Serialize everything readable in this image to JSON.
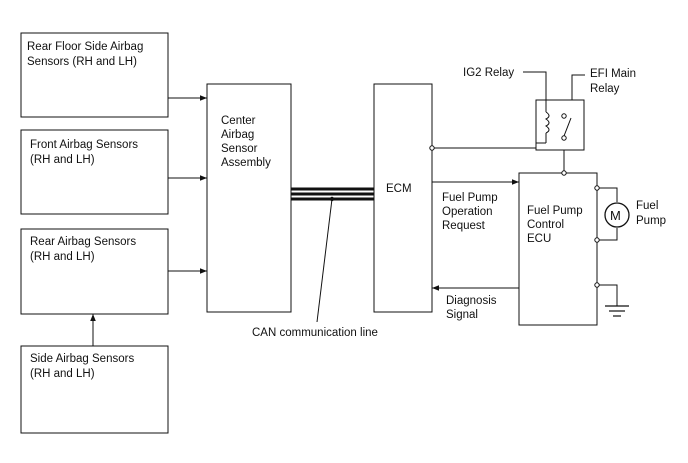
{
  "blocks": {
    "rear_floor_side": [
      "Rear Floor Side Airbag",
      "Sensors (RH and LH)"
    ],
    "front_airbag": [
      "Front Airbag Sensors",
      "(RH and LH)"
    ],
    "rear_airbag": [
      "Rear Airbag Sensors",
      "(RH and LH)"
    ],
    "side_airbag": [
      "Side Airbag Sensors",
      "(RH and LH)"
    ],
    "center_assembly": [
      "Center",
      "Airbag",
      "Sensor",
      "Assembly"
    ],
    "ecm": [
      "ECM"
    ],
    "fuel_pump_ecu": [
      "Fuel Pump",
      "Control",
      "ECU"
    ]
  },
  "labels": {
    "can_line": [
      "CAN communication line"
    ],
    "fuel_pump_request": [
      "Fuel Pump",
      "Operation",
      "Request"
    ],
    "diagnosis_signal": [
      "Diagnosis",
      "Signal"
    ],
    "ig2_relay": [
      "IG2 Relay"
    ],
    "efi_main_relay": [
      "EFI Main",
      "Relay"
    ],
    "fuel_pump": [
      "Fuel",
      "Pump"
    ],
    "motor_symbol": [
      "M"
    ]
  }
}
